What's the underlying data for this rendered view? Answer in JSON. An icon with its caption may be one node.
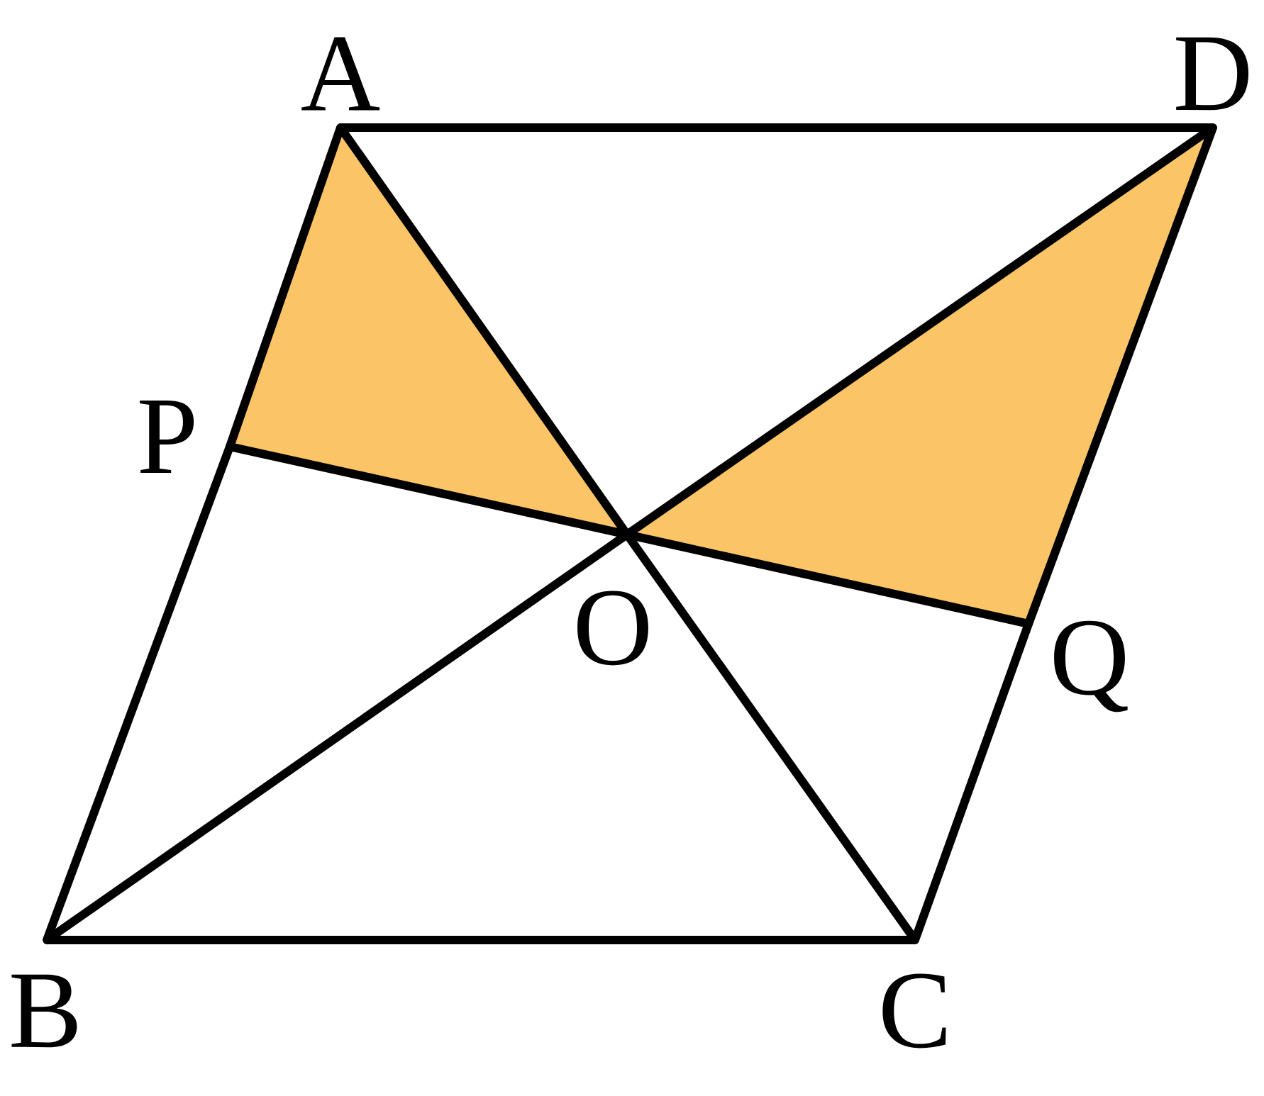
{
  "diagram": {
    "nodes": [
      {
        "text": [
          "A"
        ]
      },
      {
        "text": [
          "D"
        ]
      },
      {
        "text": [
          "P"
        ]
      },
      {
        "text": [
          "O"
        ]
      },
      {
        "text": [
          "Q"
        ]
      },
      {
        "text": [
          "B"
        ]
      },
      {
        "text": [
          "C"
        ]
      }
    ],
    "edges": [
      {
        "from": 0,
        "to": 1,
        "arrow": "none"
      },
      {
        "from": 0,
        "to": 2,
        "arrow": "none"
      },
      {
        "from": 2,
        "to": 5,
        "arrow": "none"
      },
      {
        "from": 5,
        "to": 6,
        "arrow": "none"
      },
      {
        "from": 1,
        "to": 4,
        "arrow": "none"
      },
      {
        "from": 4,
        "to": 6,
        "arrow": "none"
      },
      {
        "from": 0,
        "to": 3,
        "arrow": "none"
      },
      {
        "from": 3,
        "to": 6,
        "arrow": "none"
      },
      {
        "from": 5,
        "to": 3,
        "arrow": "none"
      },
      {
        "from": 3,
        "to": 1,
        "arrow": "none"
      },
      {
        "from": 2,
        "to": 3,
        "arrow": "none"
      },
      {
        "from": 3,
        "to": 4,
        "arrow": "none"
      }
    ]
  }
}
